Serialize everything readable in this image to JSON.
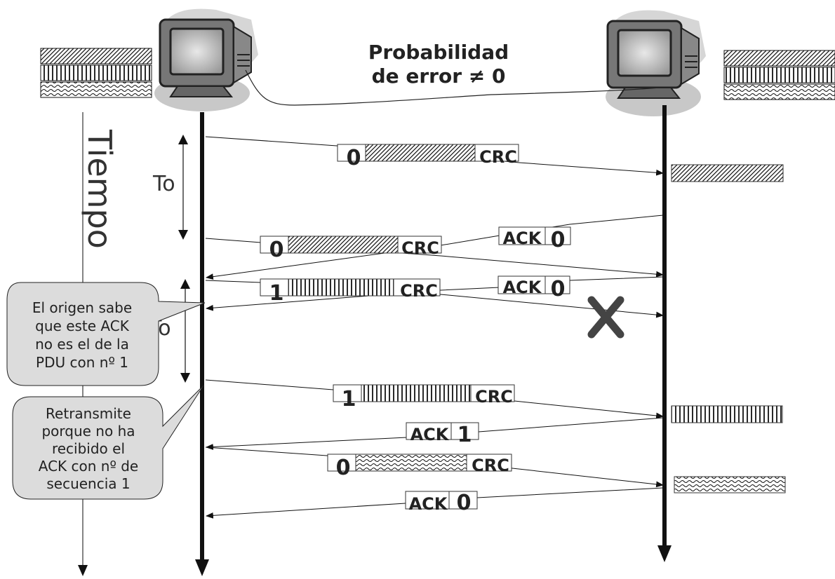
{
  "title": {
    "line1": "Probabilidad",
    "line2": "de error ≠ 0"
  },
  "time_axis_label": "Tiempo",
  "timeout_label": "To",
  "frames": [
    {
      "seq": "0",
      "crc": "CRC",
      "pattern": "diagonal"
    },
    {
      "seq": "0",
      "crc": "CRC",
      "pattern": "diagonal"
    },
    {
      "seq": "1",
      "crc": "CRC",
      "pattern": "vertical"
    },
    {
      "seq": "1",
      "crc": "CRC",
      "pattern": "vertical"
    },
    {
      "seq": "0",
      "crc": "CRC",
      "pattern": "wave"
    }
  ],
  "acks": [
    {
      "label": "ACK",
      "seq": "0"
    },
    {
      "label": "ACK",
      "seq": "0"
    },
    {
      "label": "ACK",
      "seq": "1"
    },
    {
      "label": "ACK",
      "seq": "0"
    }
  ],
  "callouts": {
    "origin_knows": [
      "El origen sabe",
      "que este ACK",
      "no es el de la",
      "PDU con nº 1"
    ],
    "retransmit": [
      "Retransmite",
      "porque no ha",
      "recibido el",
      "ACK con nº de",
      "secuencia 1"
    ]
  },
  "icons": {
    "sender": "computer-icon",
    "receiver": "computer-icon",
    "lost": "cross-icon"
  }
}
